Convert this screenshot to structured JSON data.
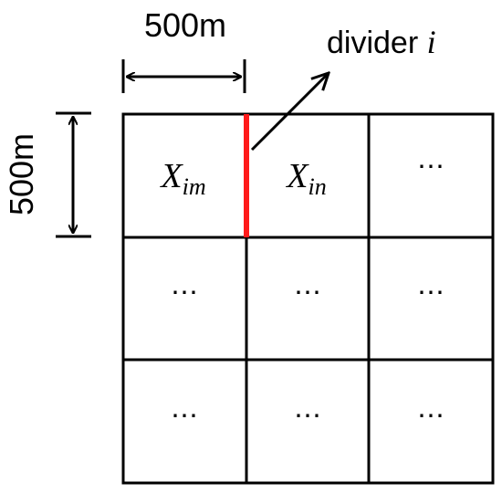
{
  "dimension_top": "500m",
  "dimension_left": "500m",
  "divider_label": {
    "text": "divider ",
    "var": "i"
  },
  "cells": {
    "r0c0": {
      "base": "X",
      "sub": "im"
    },
    "r0c1": {
      "base": "X",
      "sub": "in"
    },
    "r0c2": "⋯",
    "r1c0": "⋯",
    "r1c1": "⋯",
    "r1c2": "⋯",
    "r2c0": "⋯",
    "r2c1": "⋯",
    "r2c2": "⋯"
  },
  "colors": {
    "divider": "#ff1a1a",
    "lines": "#000000"
  }
}
